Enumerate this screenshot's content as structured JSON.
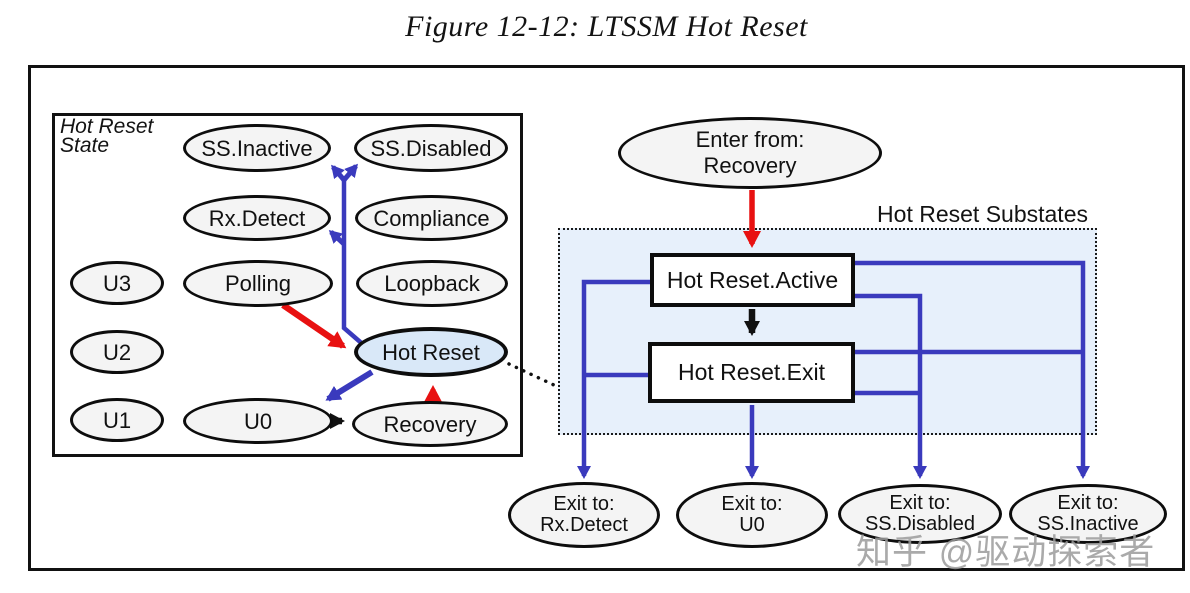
{
  "figure": {
    "title": "Figure 12-12: LTSSM Hot Reset"
  },
  "ltssm": {
    "panel_label_line1": "Hot Reset",
    "panel_label_line2": "State",
    "states": {
      "ss_inactive": "SS.Inactive",
      "ss_disabled": "SS.Disabled",
      "rx_detect": "Rx.Detect",
      "compliance": "Compliance",
      "u3": "U3",
      "polling": "Polling",
      "loopback": "Loopback",
      "u2": "U2",
      "hot_reset": "Hot Reset",
      "u1": "U1",
      "u0": "U0",
      "recovery": "Recovery"
    }
  },
  "substates": {
    "label": "Hot Reset Substates",
    "enter_line1": "Enter from:",
    "enter_line2": "Recovery",
    "active_box": "Hot Reset.Active",
    "exit_box": "Hot Reset.Exit",
    "exits": [
      {
        "line1": "Exit to:",
        "line2": "Rx.Detect"
      },
      {
        "line1": "Exit to:",
        "line2": "U0"
      },
      {
        "line1": "Exit to:",
        "line2": "SS.Disabled"
      },
      {
        "line1": "Exit to:",
        "line2": "SS.Inactive"
      }
    ]
  },
  "colors": {
    "arrow_blue": "#3a3abd",
    "arrow_red": "#e81111",
    "arrow_black": "#111111",
    "substates_fill": "#e7f0fb",
    "state_fill": "#f4f4f4",
    "hot_reset_fill": "#d9e8f8"
  },
  "watermark": "知乎 @驱动探索者"
}
